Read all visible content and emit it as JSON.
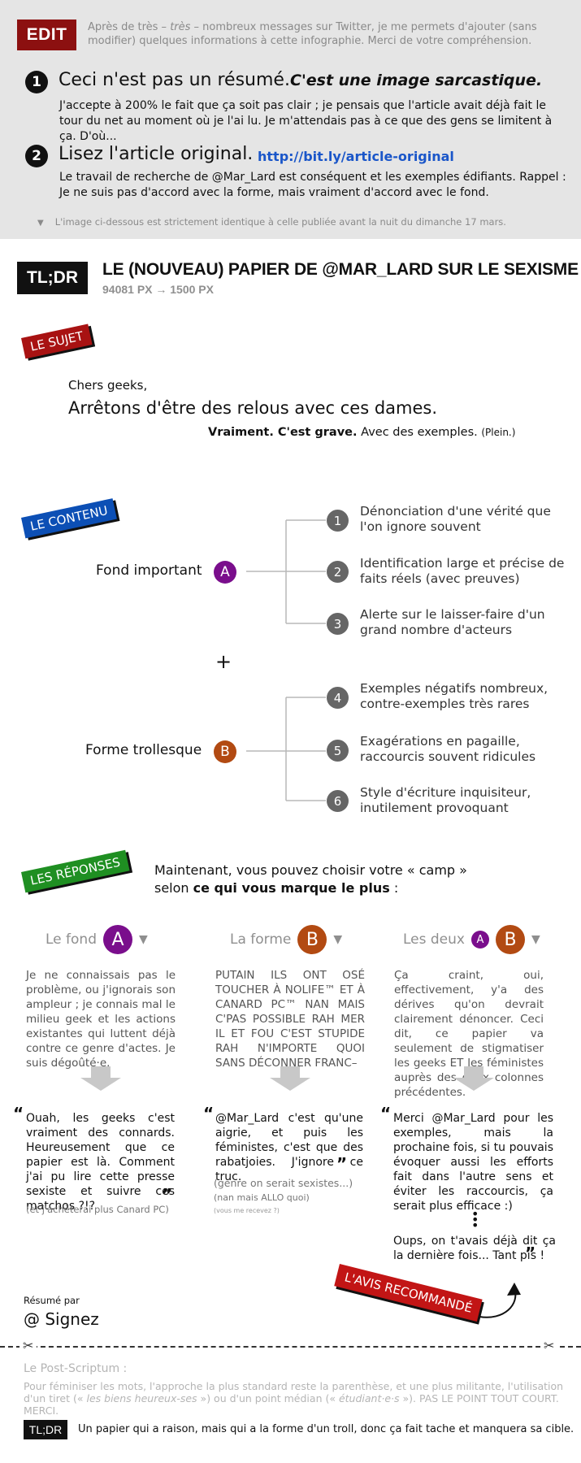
{
  "edit": {
    "badge": "EDIT",
    "msg_a": "Après de très – ",
    "msg_em": "très",
    "msg_b": " – nombreux messages sur Twitter, je me permets d'ajouter (sans modifier) quelques informations à cette infographie. Merci de votre compréhension.",
    "n1": "1",
    "h1": "Ceci n'est pas un résumé.",
    "h1b": "C'est une image sarcastique.",
    "p1": "J'accepte à 200% le fait que ça soit pas clair ; je pensais que l'article avait déjà fait le tour du net au moment où je l'ai lu. Je m'attendais pas à ce que des gens se limitent à ça. D'où...",
    "n2": "2",
    "h2": "Lisez l'article original.",
    "link": "http://bit.ly/article-original",
    "p2": "Le travail de recherche de @Mar_Lard est conséquent et les exemples édifiants. Rappel : Je ne suis pas d'accord avec la forme, mais vraiment d'accord avec le fond.",
    "foot": "L'image ci-dessous est strictement identique à celle publiée avant la nuit du dimanche 17 mars."
  },
  "header": {
    "tldr": "TL;DR",
    "title": "LE (NOUVEAU) PAPIER DE @MAR_LARD SUR LE SEXISME",
    "subtitle": "94081 PX → 1500 PX"
  },
  "sujet": {
    "tag": "LE SUJET",
    "l1": "Chers geeks,",
    "l2": "Arrêtons d'être des relous avec ces dames.",
    "l3b": "Vraiment. C'est grave.",
    "l3": " Avec des exemples. ",
    "l3s": "(Plein.)"
  },
  "contenu": {
    "tag": "LE CONTENU",
    "fond_label": "Fond important",
    "forme_label": "Forme trollesque",
    "letter_a": "A",
    "letter_b": "B",
    "plus": "+",
    "items": [
      {
        "n": "1",
        "text": "Dénonciation d'une vérité que l'on ignore souvent"
      },
      {
        "n": "2",
        "text": "Identification large et précise de faits réels (avec preuves)"
      },
      {
        "n": "3",
        "text": "Alerte sur le laisser-faire d'un grand nombre d'acteurs"
      },
      {
        "n": "4",
        "text": "Exemples négatifs nombreux, contre-exemples très rares"
      },
      {
        "n": "5",
        "text": "Exagérations en pagaille, raccourcis souvent ridicules"
      },
      {
        "n": "6",
        "text": "Style d'écriture inquisiteur, inutilement provoquant"
      }
    ]
  },
  "reponses": {
    "tag": "LES RÉPONSES",
    "intro_1": "Maintenant, vous pouvez choisir votre « camp »",
    "intro_2a": "selon ",
    "intro_2b": "ce qui vous marque le plus",
    "intro_2c": " :",
    "arrow": "▼",
    "col1": {
      "head": "Le fond",
      "text": "Je ne connaissais pas le problème, ou j'ignorais son ampleur ; je connais mal le milieu geek et les actions existantes qui luttent déjà contre ce genre d'actes. Je suis dégoûté·e.",
      "quote": "Ouah, les geeks c'est vraiment des connards. Heureusement que ce papier est là. Comment j'ai pu lire cette presse sexiste et suivre ces matchos ?!?",
      "note": "(et j'achèterai plus Canard PC)"
    },
    "col2": {
      "head": "La forme",
      "text": "PUTAIN ILS ONT OSÉ TOUCHER À NOLIFE™ ET À CANARD PC™ NAN MAIS C'PAS POSSIBLE RAH MER IL ET FOU C'EST STUPIDE RAH N'IMPORTE QUOI SANS DÉCONNER FRANC–",
      "quote": "@Mar_Lard c'est qu'une aigrie, et puis les féministes, c'est que des rabatjoies. J'ignore ce truc.",
      "note1": "(genre on serait sexistes...)",
      "note2": "(nan mais ALLO quoi)",
      "note3": "(vous me recevez ?)"
    },
    "col3": {
      "head": "Les deux",
      "text": "Ça craint, oui, effectivement, y'a des dérives qu'on devrait clairement dénoncer. Ceci dit, ce papier va seulement de stigmatiser les geeks ET les féministes auprès des deux colonnes précédentes.",
      "quote": "Merci @Mar_Lard pour les exemples, mais la prochaine fois, si tu pouvais évoquer aussi les efforts fait dans l'autre sens et éviter les raccourcis, ça serait plus efficace :)",
      "quote2": "Oups, on t'avais déjà dit ça la dernière fois... Tant pis !"
    },
    "avis": "L'AVIS RECOMMANDÉ"
  },
  "signature": {
    "by": "Résumé par",
    "name": "@ Signez"
  },
  "ps": {
    "title": "Le Post-Scriptum :",
    "a": "Pour féminiser les mots, l'approche la plus standard reste la parenthèse, et une plus militante, l'utilisation d'un tiret (« ",
    "b": "les biens heureux-ses",
    "c": " ») ou d'un point médian (« ",
    "d": "étudiant·e·s",
    "e": " »). PAS LE POINT TOUT COURT. MERCI."
  },
  "footer": {
    "tldr": "TL;DR",
    "text": "Un papier qui a raison, mais qui a la forme d'un troll, donc ça fait tache et manquera sa cible."
  },
  "colors": {
    "edit_bg": "#e5e5e5",
    "edit_badge": "#8c1010",
    "link": "#1a56c9",
    "tag_sujet": "#a81212",
    "tag_contenu": "#0c4fb5",
    "tag_reponses": "#1f8f22",
    "letter_a": "#7a0e8c",
    "letter_b": "#b24a12",
    "avis": "#c21515"
  }
}
